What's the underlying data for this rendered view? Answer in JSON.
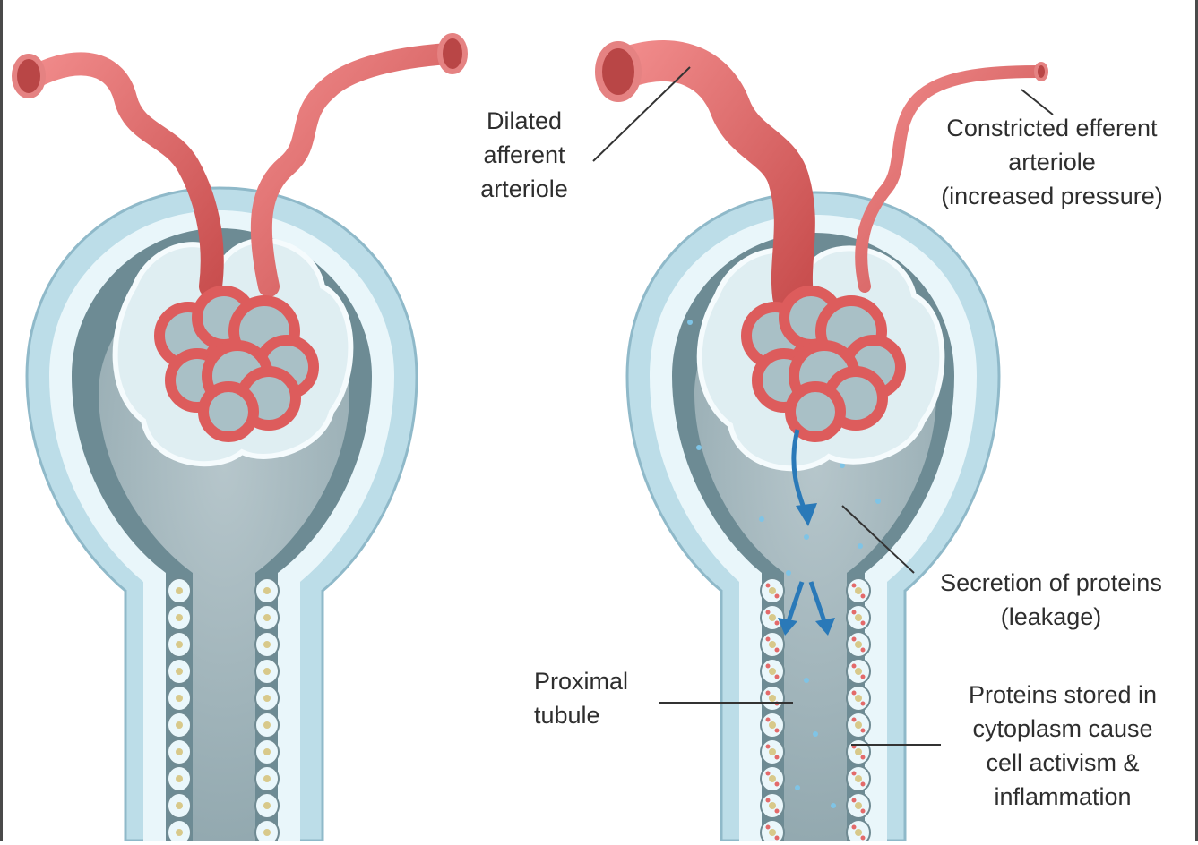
{
  "diagram": {
    "labels": {
      "afferent": [
        "Dilated",
        "afferent",
        "arteriole"
      ],
      "efferent": [
        "Constricted efferent",
        "arteriole",
        "(increased pressure)"
      ],
      "secretion": [
        "Secretion of proteins",
        "(leakage)"
      ],
      "tubule": [
        "Proximal",
        "tubule"
      ],
      "stored": [
        "Proteins stored in",
        "cytoplasm cause",
        "cell activism &",
        "inflammation"
      ]
    }
  },
  "colors": {
    "capsule_outer": "#bcdde8",
    "capsule_edge": "#8fb9c9",
    "space_dark": "#5f7f89",
    "space_mid": "#8aa6ae",
    "lumen": "#9fb3b9",
    "vessel": "#e06464",
    "vessel_dark": "#b94646",
    "cell_fill": "#e9f6fa",
    "nucleus": "#d8c98a",
    "protein_dot": "#7fc4e6",
    "arrow": "#2a79b8",
    "leader_line": "#333333",
    "frame": "#4a4a4a"
  }
}
